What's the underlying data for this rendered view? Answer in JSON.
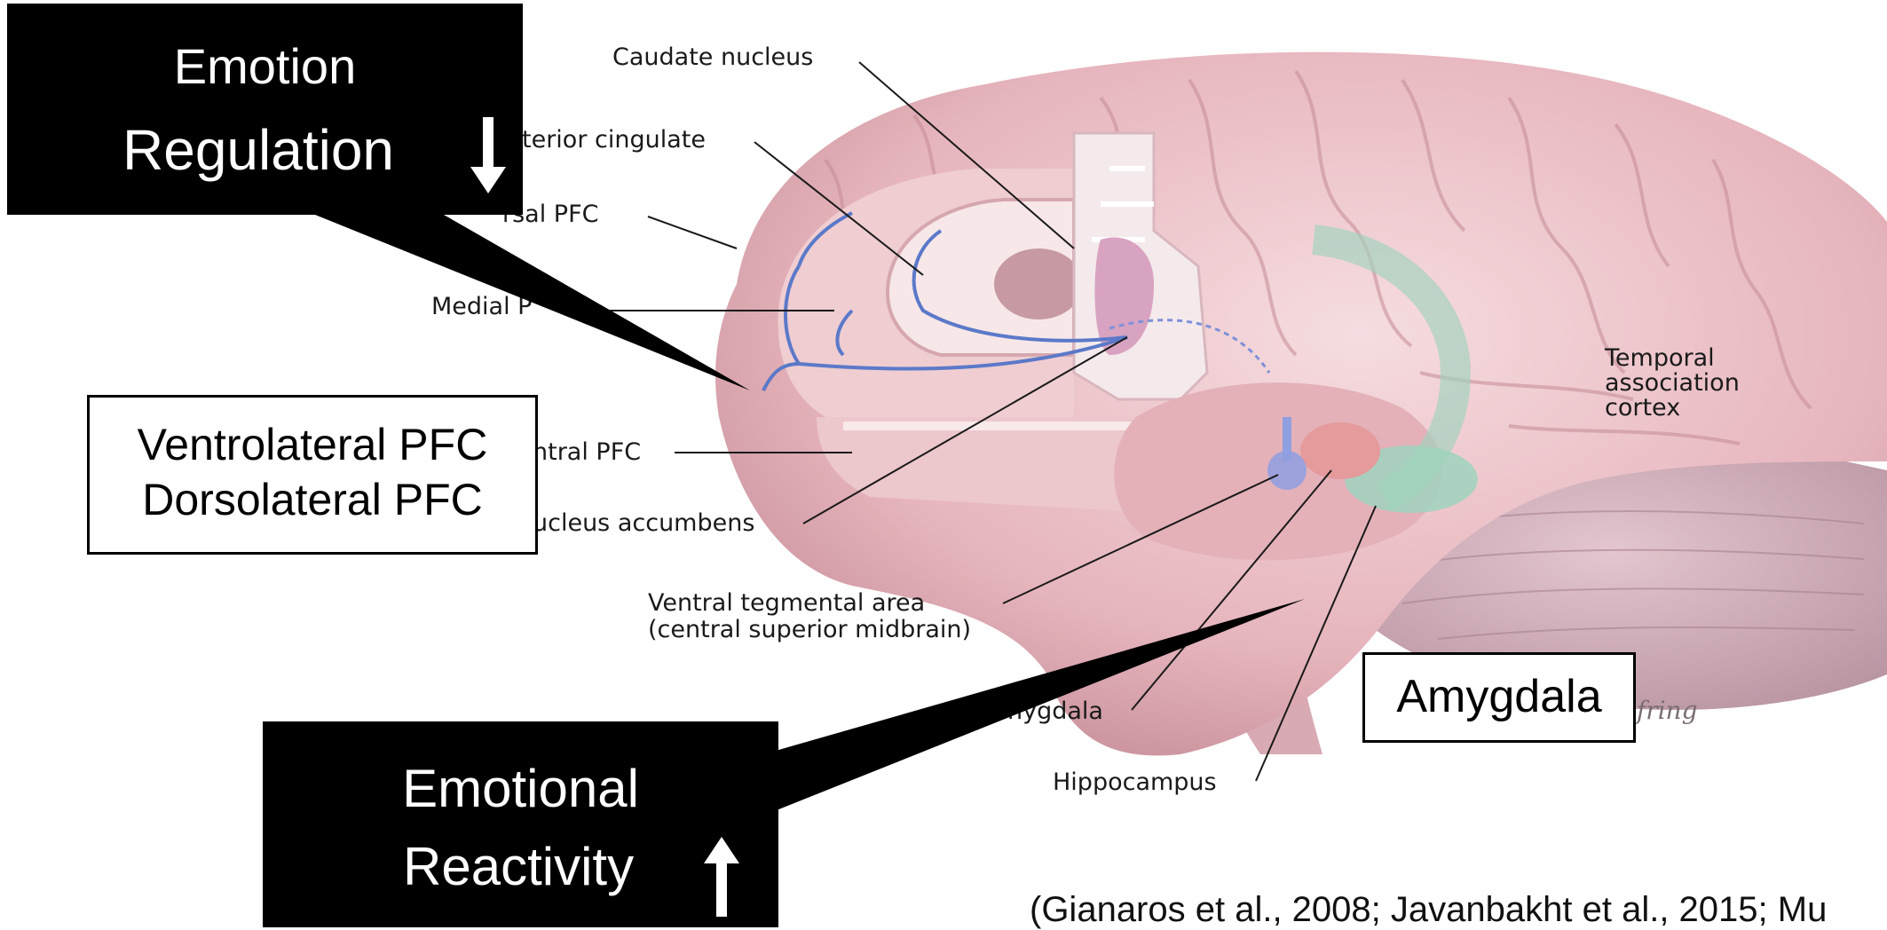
{
  "callouts": {
    "emotion_regulation": {
      "line1": "Emotion",
      "line2": "Regulation",
      "arrow": "down-arrow-icon"
    },
    "emotional_reactivity": {
      "line1": "Emotional",
      "line2": "Reactivity",
      "arrow": "up-arrow-icon"
    },
    "prefrontal": {
      "line1": "Ventrolateral PFC",
      "line2": "Dorsolateral PFC"
    },
    "amygdala": {
      "text": "Amygdala"
    }
  },
  "labels": {
    "caudate": "Caudate nucleus",
    "anterior_cingulate": "terior cingulate",
    "dorsal_pfc": "rsal PFC",
    "medial_pfc": "Medial P",
    "ventral_pfc": "ntral PFC",
    "nucleus_accumbens": "ucleus accumbens",
    "vta_line1": "Ventral tegmental area",
    "vta_line2": "(central superior midbrain)",
    "amygdala": "nygdala",
    "hippocampus": "Hippocampus",
    "temporal_line1": "Temporal",
    "temporal_line2": "association",
    "temporal_line3": "cortex"
  },
  "signature": "ofring",
  "citation": "(Gianaros et al., 2008; Javanbakht et al., 2015; Mu",
  "colors": {
    "callout_bg": "#000000",
    "brain_pink": "#e8b9bf",
    "amygdala_red": "#e59a9b",
    "hippocampus_green": "#9fd3bd",
    "vta_blue": "#8f9fe0",
    "vessel_blue": "#5b79c9"
  }
}
